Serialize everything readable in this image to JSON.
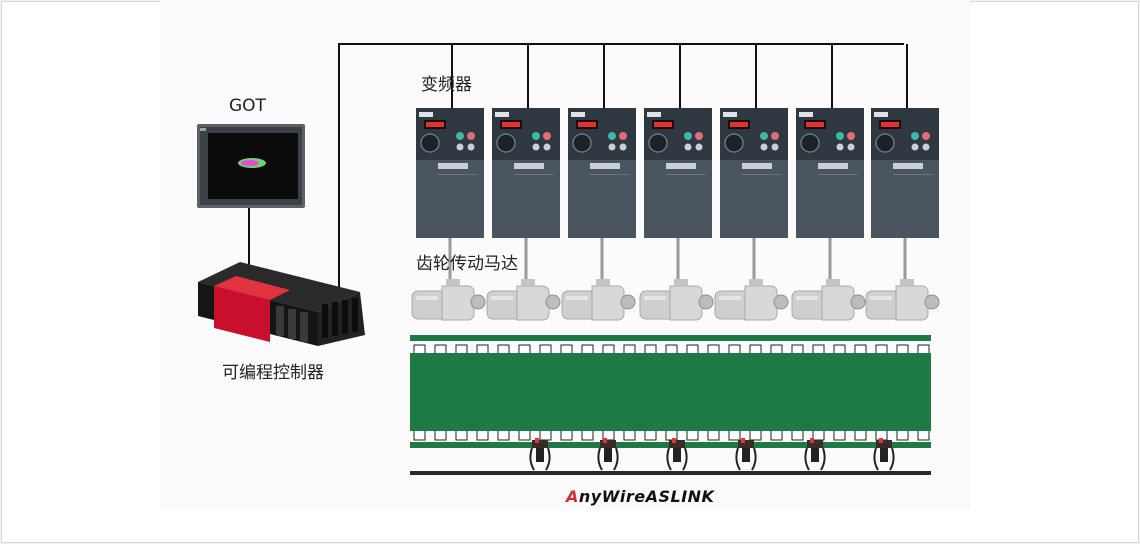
{
  "labels": {
    "got": "GOT",
    "inverter": "变频器",
    "gear_motor": "齿轮传动马达",
    "plc": "可编程控制器"
  },
  "brand": {
    "first_letter": "A",
    "rest": "nyWireASLINK"
  },
  "colors": {
    "belt_green": "#1e7a45",
    "plc_red": "#c8102e",
    "inverter_body": "#4a5560",
    "wire": "#111111"
  },
  "inverter_count": 7,
  "motor_count": 7,
  "sensor_count": 6
}
